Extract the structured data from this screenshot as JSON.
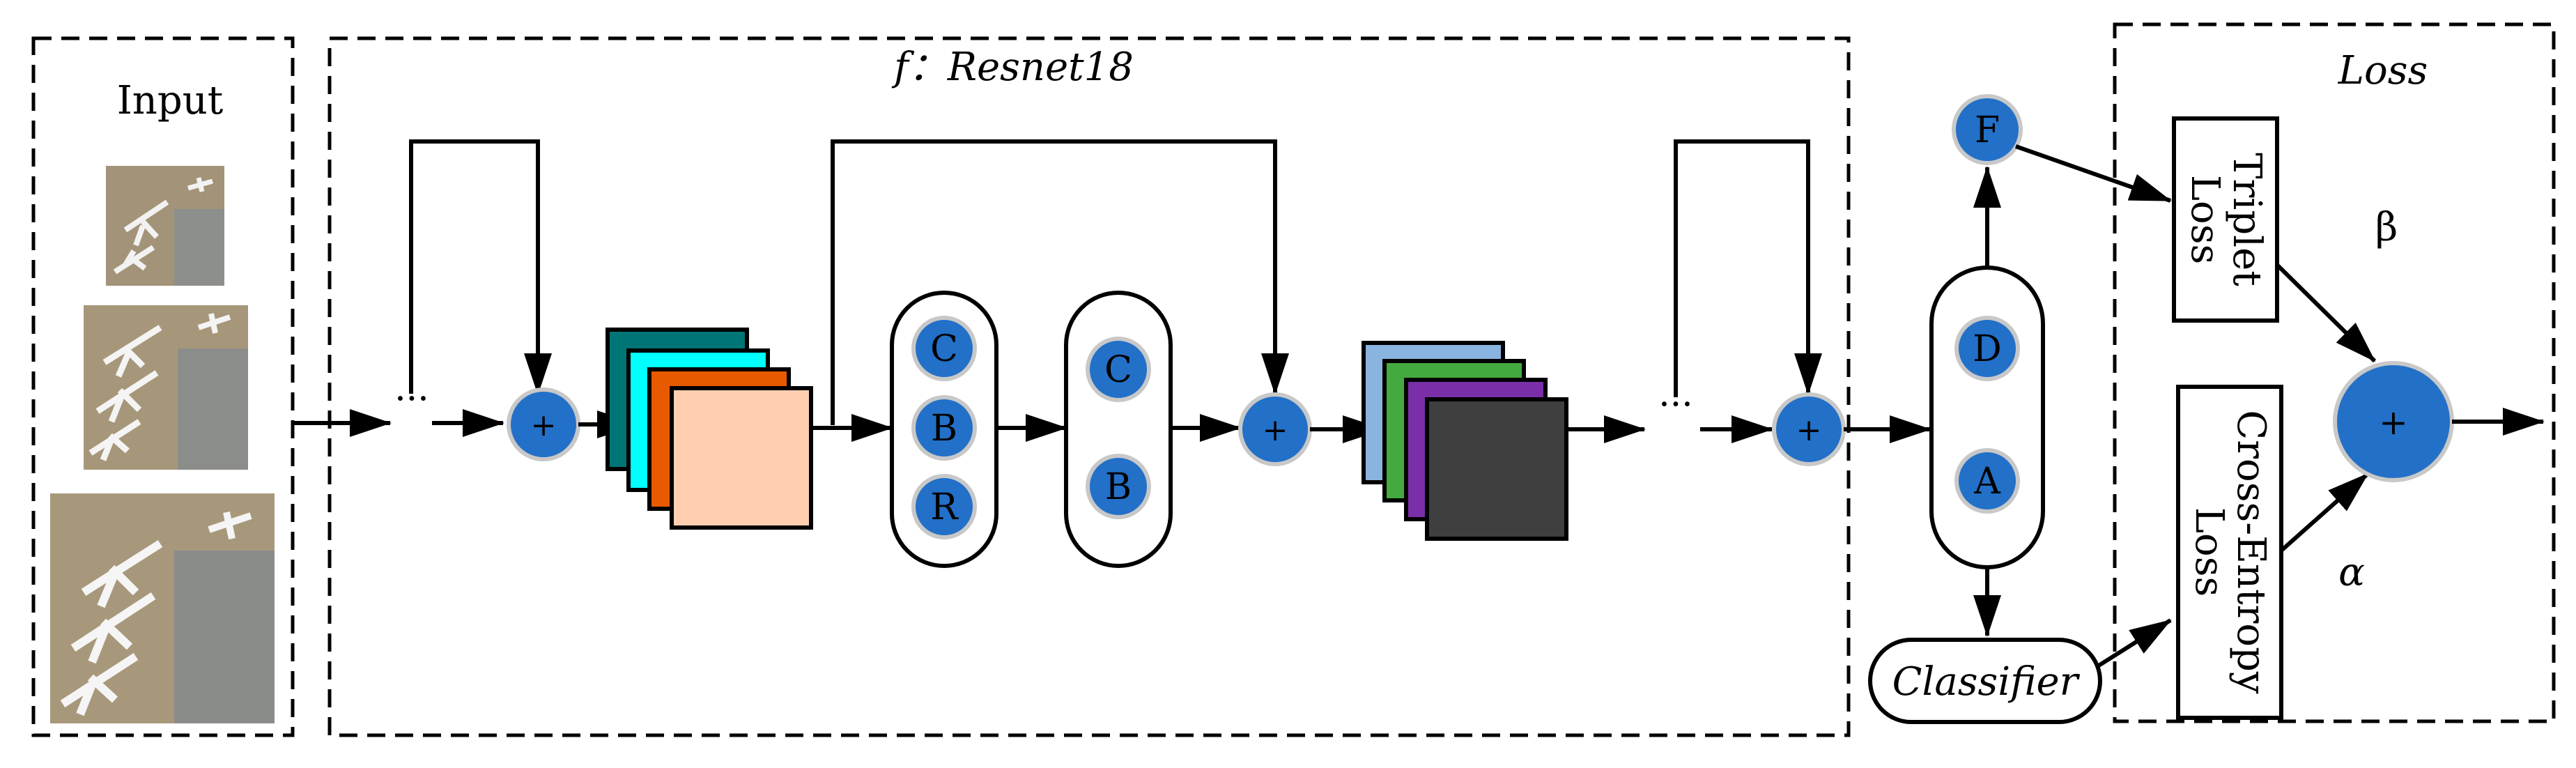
{
  "input": {
    "title": "Input"
  },
  "backbone": {
    "title": "f：Resnet18"
  },
  "loss_panel": {
    "title": "Loss"
  },
  "ellipsis": "···",
  "plus": "+",
  "block1": {
    "nodes": [
      "C",
      "B",
      "R"
    ]
  },
  "block2": {
    "nodes": [
      "C",
      "B"
    ]
  },
  "head": {
    "nodes": [
      "D",
      "A"
    ],
    "feature": "F",
    "classifier": "Classifier"
  },
  "losses": {
    "triplet": [
      "Triplet",
      "Loss"
    ],
    "cross_entropy": [
      "Cross-Entropy",
      "Loss"
    ],
    "beta": "β",
    "alpha": "α"
  },
  "colors": {
    "node_fill": "#2270c8",
    "node_stroke": "#c8c8c8",
    "feature_maps_1": [
      "#007575",
      "#00ffff",
      "#e85a00",
      "#ffcfb0"
    ],
    "feature_maps_2": [
      "#8ab4e0",
      "#44aa3f",
      "#7a2ea8",
      "#3f3f3f"
    ]
  }
}
